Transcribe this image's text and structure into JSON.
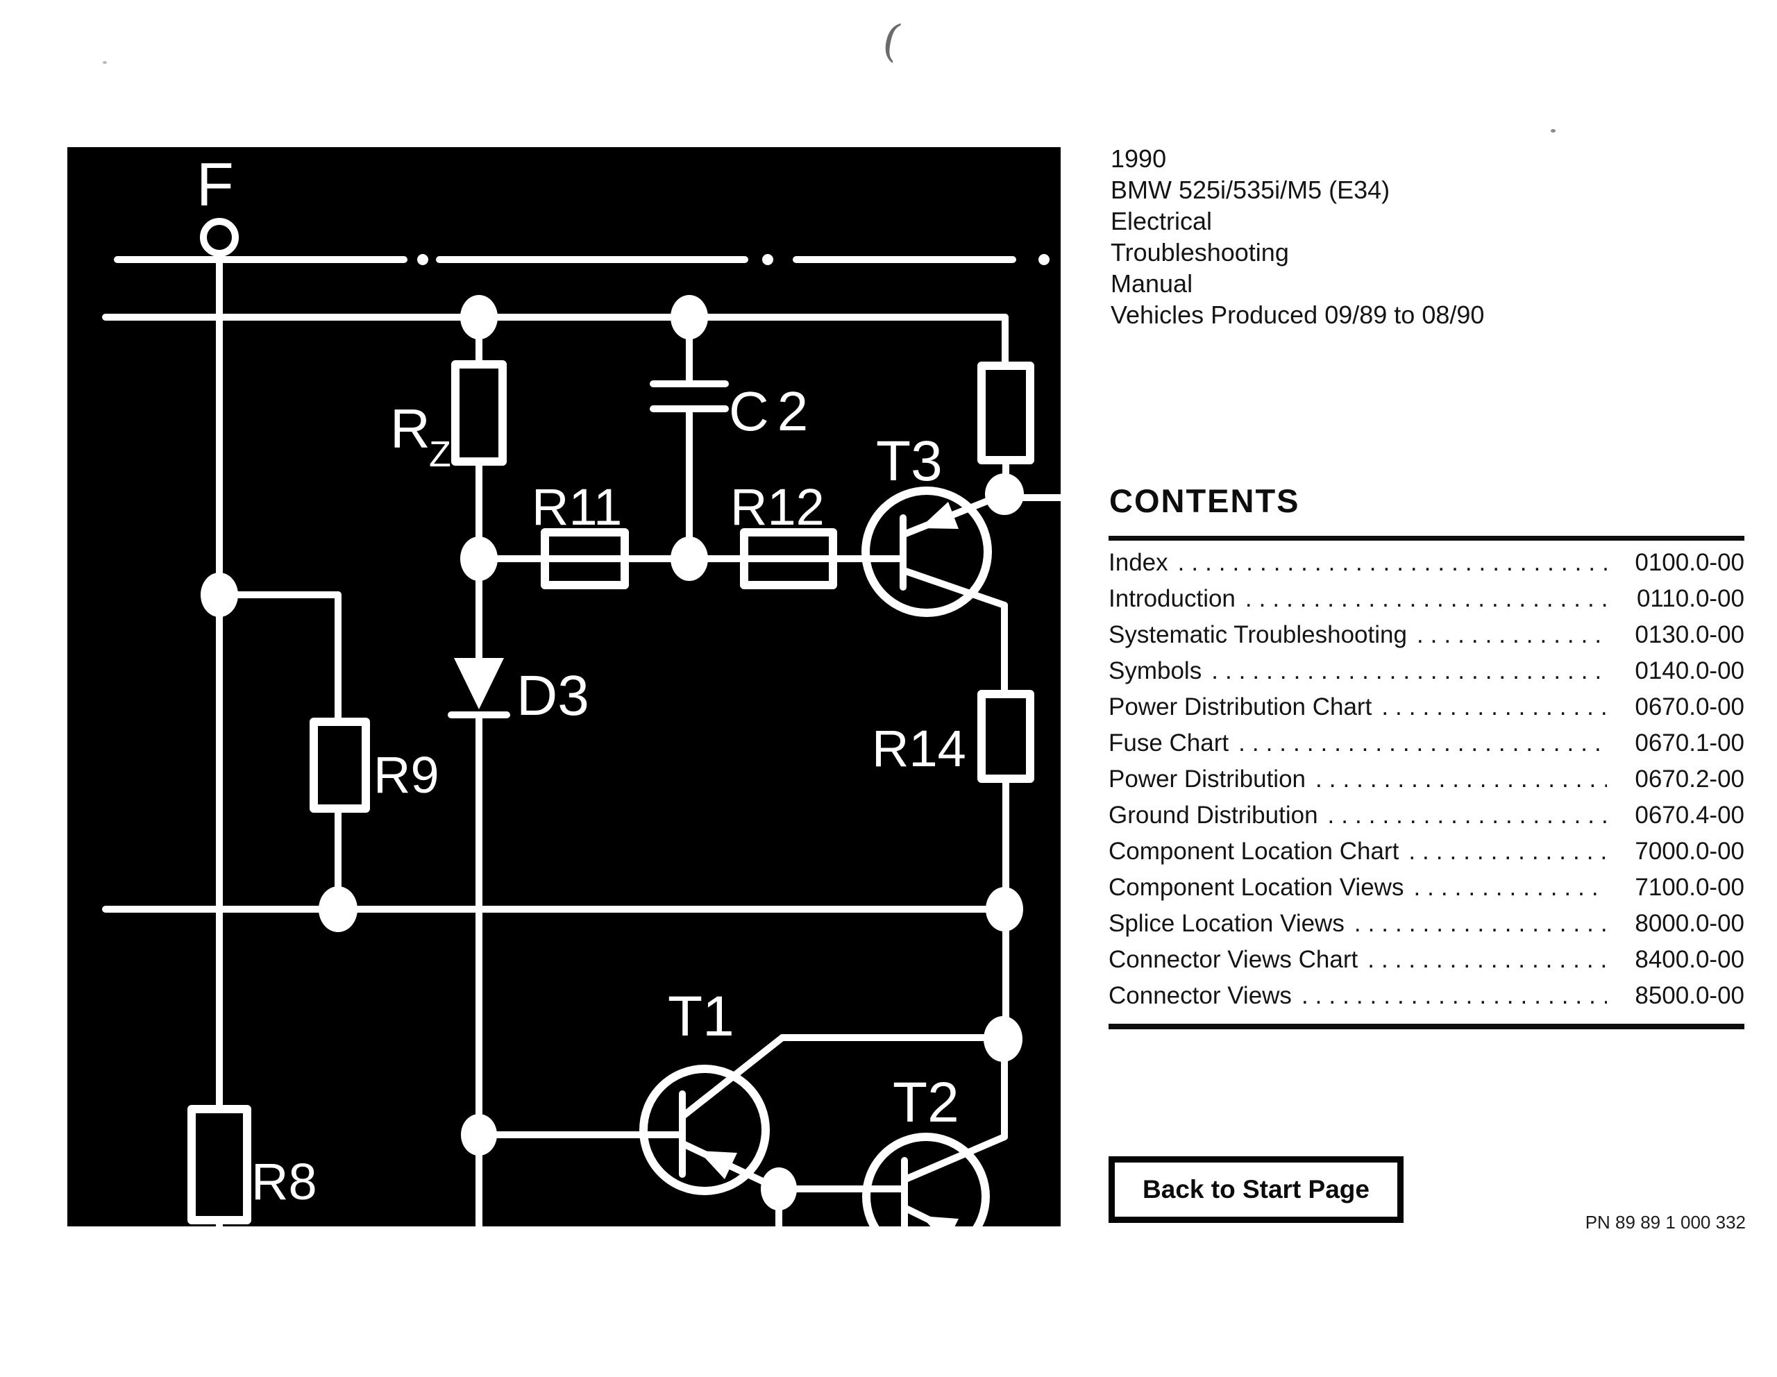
{
  "page": {
    "background": "#ffffff",
    "stray_mark": "("
  },
  "header": {
    "lines": [
      "1990",
      "BMW 525i/535i/M5 (E34)",
      "Electrical",
      "Troubleshooting",
      "Manual",
      "Vehicles Produced 09/89 to 08/90"
    ]
  },
  "contents": {
    "title": "CONTENTS",
    "leader_dots": "............................................................................",
    "items": [
      {
        "label": "Index",
        "code": "0100.0-00"
      },
      {
        "label": "Introduction",
        "code": "0110.0-00"
      },
      {
        "label": "Systematic Troubleshooting",
        "code": "0130.0-00"
      },
      {
        "label": "Symbols",
        "code": "0140.0-00"
      },
      {
        "label": "Power Distribution Chart",
        "code": "0670.0-00"
      },
      {
        "label": "Fuse Chart",
        "code": "0670.1-00"
      },
      {
        "label": "Power Distribution",
        "code": "0670.2-00"
      },
      {
        "label": "Ground Distribution",
        "code": "0670.4-00"
      },
      {
        "label": "Component Location Chart",
        "code": "7000.0-00"
      },
      {
        "label": "Component Location Views",
        "code": "7100.0-00"
      },
      {
        "label": "Splice Location Views",
        "code": "8000.0-00"
      },
      {
        "label": "Connector Views Chart",
        "code": "8400.0-00"
      },
      {
        "label": "Connector Views",
        "code": "8500.0-00"
      }
    ]
  },
  "actions": {
    "back_button_label": "Back to Start Page"
  },
  "footer": {
    "part_number": "PN 89 89 1 000 332"
  },
  "diagram": {
    "background": "#000000",
    "stroke_color": "#ffffff",
    "labels": {
      "fuse": "F",
      "rz_base": "R",
      "rz_sub": "Z",
      "c2": "C2",
      "r11": "R11",
      "r12": "R12",
      "t3": "T3",
      "d3": "D3",
      "r9": "R9",
      "r14": "R14",
      "r8": "R8",
      "t1": "T1",
      "t2": "T2"
    }
  }
}
